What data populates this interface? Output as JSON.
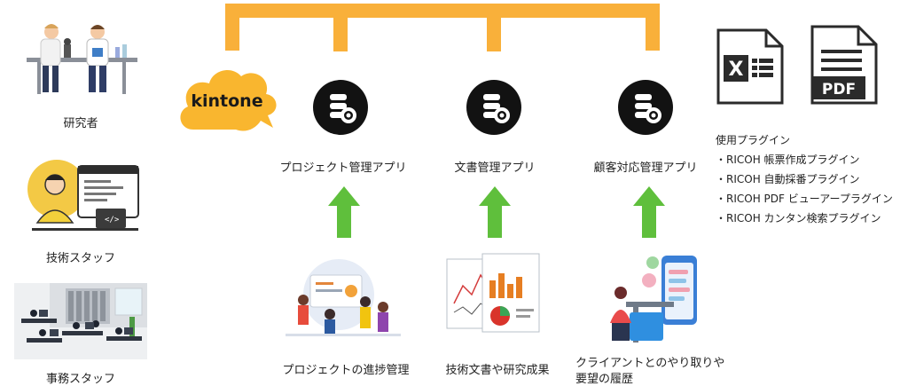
{
  "people": [
    {
      "label": "研究者",
      "icon": "researchers-illustration"
    },
    {
      "label": "技術スタッフ",
      "icon": "engineer-illustration"
    },
    {
      "label": "事務スタッフ",
      "icon": "office-illustration"
    }
  ],
  "kintone": {
    "logo_text": "kintone",
    "color": "#f9b62f"
  },
  "apps": [
    {
      "label": "プロジェクト管理アプリ",
      "icon": "database-gear-icon"
    },
    {
      "label": "文書管理アプリ",
      "icon": "database-gear-icon"
    },
    {
      "label": "顧客対応管理アプリ",
      "icon": "database-gear-icon"
    }
  ],
  "sources": [
    {
      "label": "プロジェクトの進捗管理",
      "icon": "team-meeting-illustration"
    },
    {
      "label": "技術文書や研究成果",
      "icon": "documents-chart-illustration"
    },
    {
      "label_line1": "クライアントとのやり取りや",
      "label_line2": "要望の履歴",
      "icon": "client-communication-illustration"
    }
  ],
  "files": [
    {
      "icon": "excel-file-icon",
      "text": "X"
    },
    {
      "icon": "pdf-file-icon",
      "text": "PDF"
    }
  ],
  "plugins": {
    "heading": "使用プラグイン",
    "items": [
      "・RICOH 帳票作成プラグイン",
      "・RICOH 自動採番プラグイン",
      "・RICOH PDF ビューアープラグイン",
      "・RICOH カンタン検索プラグイン"
    ]
  },
  "colors": {
    "connector": "#f9b03a",
    "arrow": "#5fbf3c",
    "db_circle": "#121212"
  }
}
